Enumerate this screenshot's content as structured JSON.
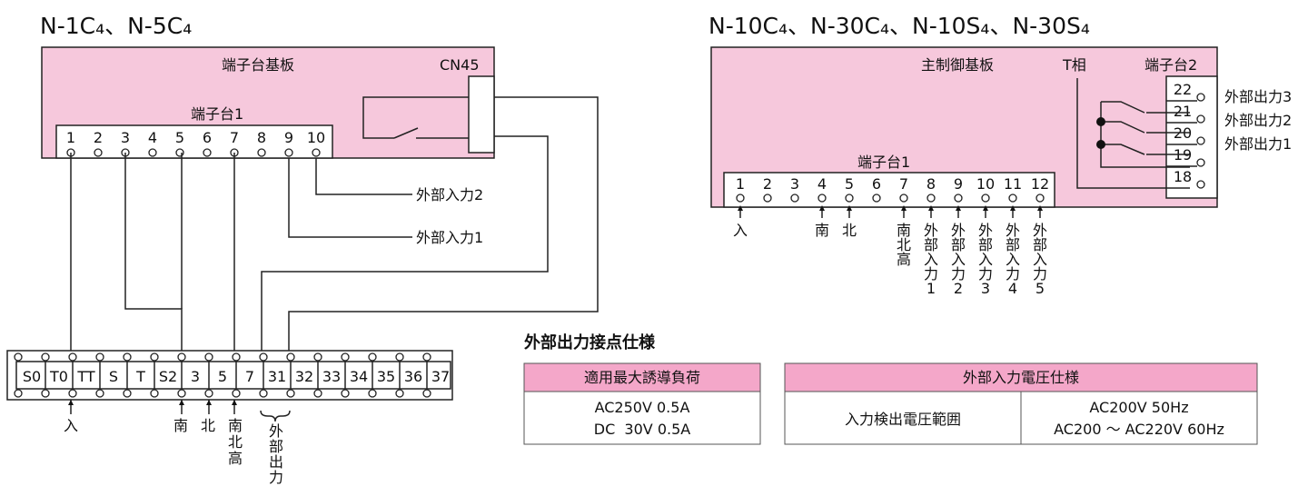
{
  "left": {
    "title": "N-1C₄、N-5C₄",
    "board_label": "端子台基板",
    "connector_label": "CN45",
    "terminal_block_label": "端子台1",
    "terminals": [
      "1",
      "2",
      "3",
      "4",
      "5",
      "6",
      "7",
      "8",
      "9",
      "10"
    ],
    "input2": "外部入力2",
    "input1": "外部入力1",
    "bottom_terminals": [
      "S0",
      "T0",
      "TT",
      "S",
      "T",
      "S2",
      "3",
      "5",
      "7",
      "31",
      "32",
      "33",
      "34",
      "35",
      "36",
      "37"
    ],
    "bottom_labels": {
      "in": "入",
      "south": "南",
      "north": "北",
      "ns_high": "南北高",
      "ext_out": "外部出力"
    }
  },
  "right": {
    "title": "N-10C₄、N-30C₄、N-10S₄、N-30S₄",
    "board_label": "主制御基板",
    "t_phase": "T相",
    "terminal_block2": "端子台2",
    "tb2_terminals": [
      "22",
      "21",
      "20",
      "19",
      "18"
    ],
    "outputs": [
      "外部出力3",
      "外部出力2",
      "外部出力1"
    ],
    "terminal_block1": "端子台1",
    "terminals": [
      "1",
      "2",
      "3",
      "4",
      "5",
      "6",
      "7",
      "8",
      "9",
      "10",
      "11",
      "12"
    ],
    "labels": {
      "in": "入",
      "south": "南",
      "north": "北",
      "ns_high": "南北高",
      "ext1": "外部入力1",
      "ext2": "外部入力2",
      "ext3": "外部入力3",
      "ext4": "外部入力4",
      "ext5": "外部入力5"
    }
  },
  "spec": {
    "section_title": "外部出力接点仕様",
    "load_header": "適用最大誘導負荷",
    "load_values": [
      "AC250V 0.5A",
      "DC  30V 0.5A"
    ],
    "voltage_header": "外部入力電圧仕様",
    "voltage_row_label": "入力検出電圧範囲",
    "voltage_values": [
      "AC200V 50Hz",
      "AC200 ～ AC220V 60Hz"
    ]
  }
}
